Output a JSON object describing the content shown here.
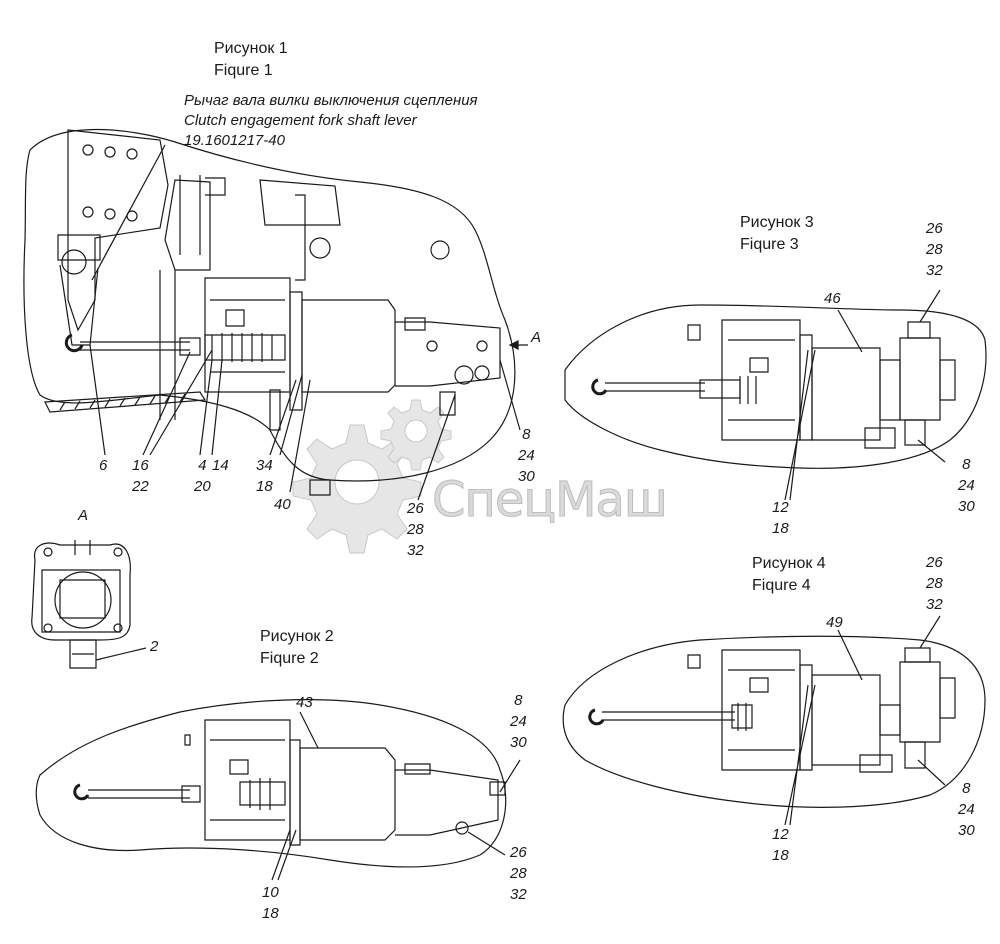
{
  "watermark": "СпецМаш",
  "fig1": {
    "title_ru": "Рисунок 1",
    "title_en": "Fiqure 1",
    "part_ru": "Рычаг вала вилки выключения сцепления",
    "part_en": "Clutch engagement fork shaft lever",
    "part_no": "19.1601217-40",
    "view_arrow": "A",
    "callouts": {
      "c6": "6",
      "c16_22": [
        "16",
        "22"
      ],
      "c4_20": [
        "4",
        "20"
      ],
      "c14": "14",
      "c34_18": [
        "34",
        "18"
      ],
      "c40": "40",
      "c8_24_30": [
        "8",
        "24",
        "30"
      ],
      "c26_28_32": [
        "26",
        "28",
        "32"
      ]
    }
  },
  "viewA": {
    "title": "A",
    "callout": "2"
  },
  "fig2": {
    "title_ru": "Рисунок 2",
    "title_en": "Fiqure 2",
    "callouts": {
      "c43": "43",
      "c8_24_30": [
        "8",
        "24",
        "30"
      ],
      "c26_28_32": [
        "26",
        "28",
        "32"
      ],
      "c10_18": [
        "10",
        "18"
      ]
    }
  },
  "fig3": {
    "title_ru": "Рисунок 3",
    "title_en": "Fiqure 3",
    "callouts": {
      "c26_28_32": [
        "26",
        "28",
        "32"
      ],
      "c46": "46",
      "c12_18": [
        "12",
        "18"
      ],
      "c8_24_30": [
        "8",
        "24",
        "30"
      ]
    }
  },
  "fig4": {
    "title_ru": "Рисунок 4",
    "title_en": "Fiqure 4",
    "callouts": {
      "c26_28_32": [
        "26",
        "28",
        "32"
      ],
      "c49": "49",
      "c12_18": [
        "12",
        "18"
      ],
      "c8_24_30": [
        "8",
        "24",
        "30"
      ]
    }
  },
  "colors": {
    "ink": "#1a1a1a",
    "watermark": "#d0d0d0"
  }
}
